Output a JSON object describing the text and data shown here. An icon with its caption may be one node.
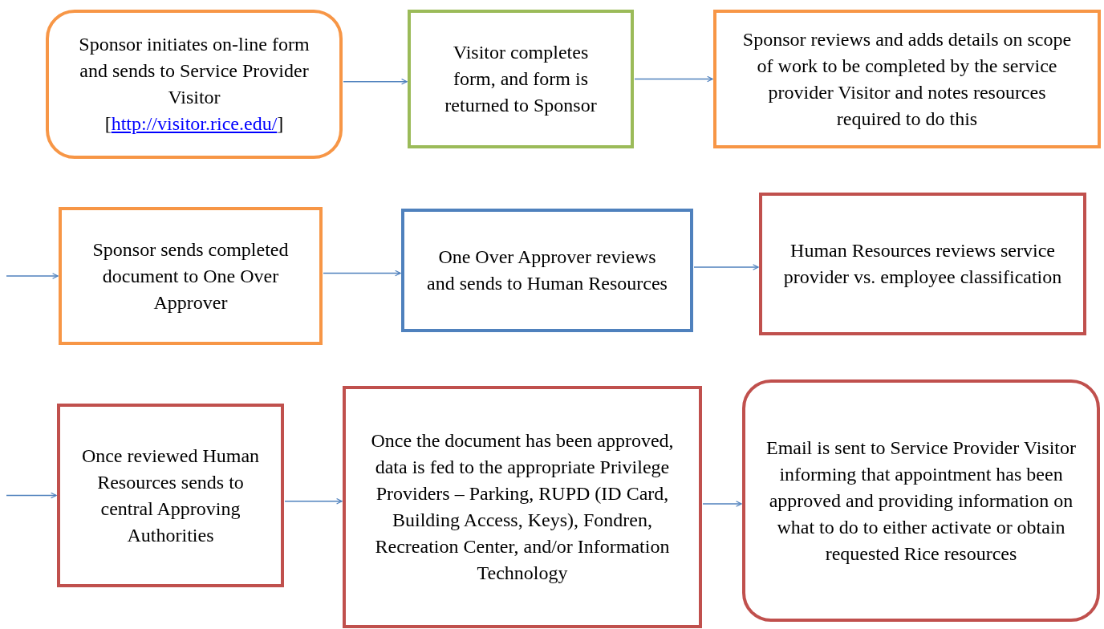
{
  "diagram": {
    "nodes": [
      {
        "text": [
          "Sponsor initiates on-line form and sends to Service Provider Visitor",
          "[http://visitor.rice.edu/]"
        ]
      },
      {
        "text": [
          "Visitor completes form, and form is returned to Sponsor"
        ]
      },
      {
        "text": [
          "Sponsor reviews and adds details on scope of work to be completed by the service provider Visitor and notes resources required to do this"
        ]
      },
      {
        "text": [
          "Sponsor sends completed document to One Over Approver"
        ]
      },
      {
        "text": [
          "One Over Approver reviews and sends to Human Resources"
        ]
      },
      {
        "text": [
          "Human Resources reviews service provider vs. employee classification"
        ]
      },
      {
        "text": [
          "Once reviewed Human Resources sends to central Approving Authorities"
        ]
      },
      {
        "text": [
          "Once the document has been approved, data is fed to the appropriate Privilege Providers – Parking, RUPD (ID Card, Building Access, Keys), Fondren, Recreation Center, and/or Information Technology"
        ]
      },
      {
        "text": [
          "Email is sent to Service Provider Visitor informing that appointment has been approved and providing information on what to do to either activate or obtain requested Rice resources"
        ]
      }
    ],
    "edges": [
      {
        "from": 0,
        "to": 1,
        "arrow": "to"
      },
      {
        "from": 1,
        "to": 2,
        "arrow": "to"
      },
      {
        "from": null,
        "to": 3,
        "arrow": "to"
      },
      {
        "from": 3,
        "to": 4,
        "arrow": "to"
      },
      {
        "from": 4,
        "to": 5,
        "arrow": "to"
      },
      {
        "from": null,
        "to": 6,
        "arrow": "to"
      },
      {
        "from": 6,
        "to": 7,
        "arrow": "to"
      },
      {
        "from": 7,
        "to": 8,
        "arrow": "to"
      }
    ]
  }
}
